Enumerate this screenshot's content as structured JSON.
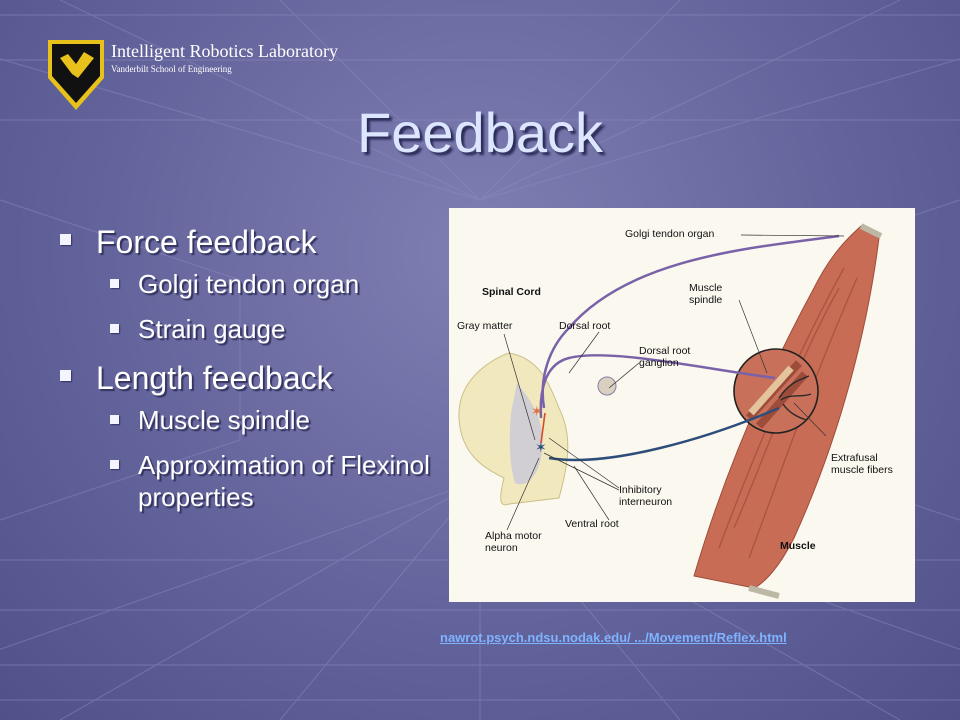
{
  "header": {
    "lab_name": "Intelligent Robotics Laboratory",
    "lab_subtitle": "Vanderbilt School of Engineering"
  },
  "slide": {
    "title": "Feedback",
    "bullets": [
      {
        "label": "Force feedback",
        "children": [
          "Golgi tendon organ",
          "Strain gauge"
        ]
      },
      {
        "label": "Length feedback",
        "children": [
          "Muscle spindle",
          "Approximation of Flexinol properties"
        ]
      }
    ]
  },
  "figure": {
    "labels": {
      "golgi_tendon_organ": "Golgi tendon organ",
      "spinal_cord": "Spinal Cord",
      "muscle_spindle": "Muscle\nspindle",
      "gray_matter": "Gray matter",
      "dorsal_root": "Dorsal root",
      "dorsal_root_ganglion": "Dorsal root\nganglion",
      "extrafusal_muscle_fibers": "Extrafusal\nmuscle fibers",
      "inhibitory_interneuron": "Inhibitory\ninterneuron",
      "ventral_root": "Ventral root",
      "alpha_motor_neuron": "Alpha motor\nneuron",
      "muscle": "Muscle"
    }
  },
  "source_link": "nawrot.psych.ndsu.nodak.edu/ .../Movement/Reflex.html",
  "colors": {
    "background": "#64649c",
    "title": "#dde6ff",
    "logo_gold": "#e8c21a",
    "link": "#7fb3ff",
    "muscle": "#c96c55",
    "nerve": "#7a62a8"
  }
}
